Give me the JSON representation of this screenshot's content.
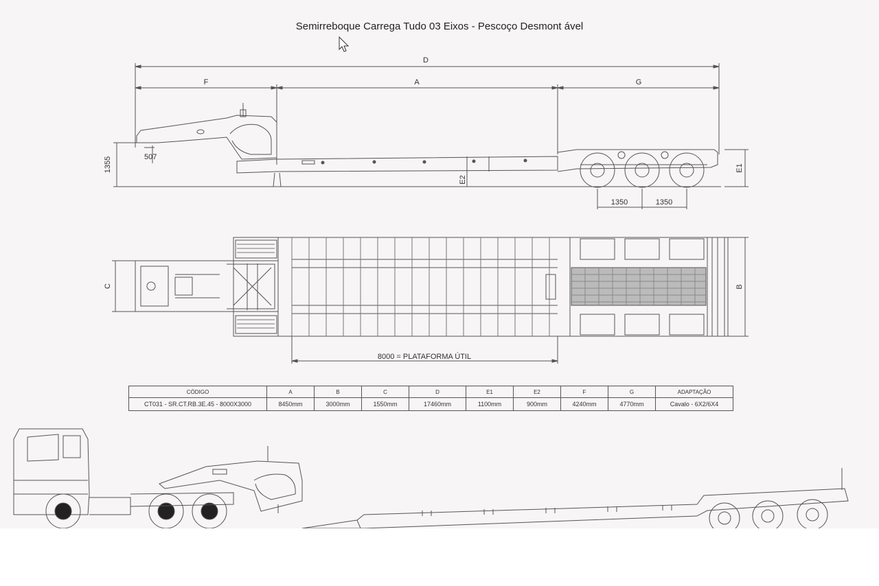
{
  "title": "Semirreboque Carrega Tudo 03 Eixos - Pescoço Desmont ável",
  "dimensions": {
    "D": "D",
    "F": "F",
    "A": "A",
    "G": "G",
    "h1355": "1355",
    "h507": "507",
    "E2": "E2",
    "E1": "E1",
    "axle1": "1350",
    "axle2": "1350",
    "C": "C",
    "B": "B",
    "platform": "8000 = PLATAFORMA ÚTIL"
  },
  "table": {
    "headers": [
      "CÓDIGO",
      "A",
      "B",
      "C",
      "D",
      "E1",
      "E2",
      "F",
      "G",
      "ADAPTAÇÃO"
    ],
    "row": [
      "CT031 - SR.CT.RB.3E.45 - 8000X3000",
      "8450mm",
      "3000mm",
      "1550mm",
      "17460mm",
      "1100mm",
      "900mm",
      "4240mm",
      "4770mm",
      "Cavalo - 6X2/6X4"
    ]
  },
  "icons": {
    "cursor": "mouse-pointer-icon"
  },
  "colors": {
    "line": "#555555",
    "paper": "#f7f5f6"
  }
}
